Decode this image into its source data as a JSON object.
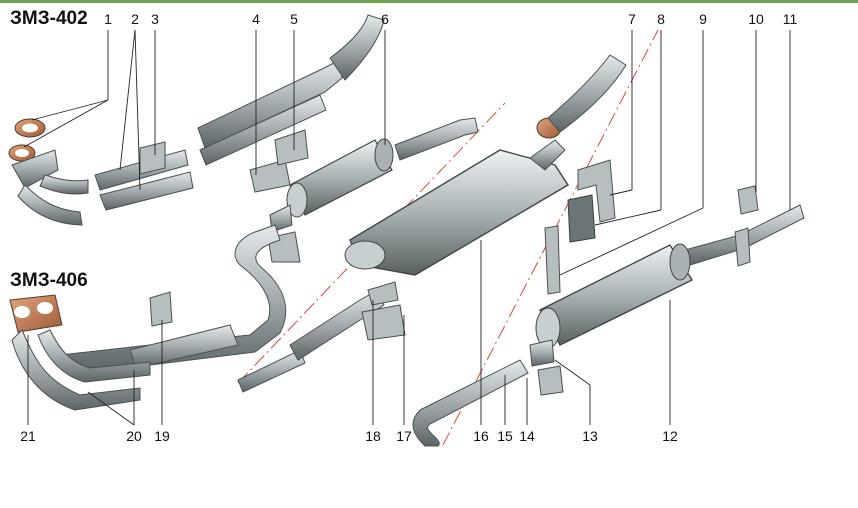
{
  "diagram": {
    "engine_labels": [
      "ЗМЗ-402",
      "ЗМЗ-406"
    ],
    "callouts": [
      "1",
      "2",
      "3",
      "4",
      "5",
      "6",
      "7",
      "8",
      "9",
      "10",
      "11",
      "12",
      "13",
      "14",
      "15",
      "16",
      "17",
      "18",
      "19",
      "20",
      "21"
    ]
  },
  "colors": {
    "pipe": "#9aa3a6",
    "pipe_dark": "#5d6669",
    "gasket": "#c9835a",
    "cut_line": "#d94a3a",
    "accent_line": "#6aa84f"
  }
}
